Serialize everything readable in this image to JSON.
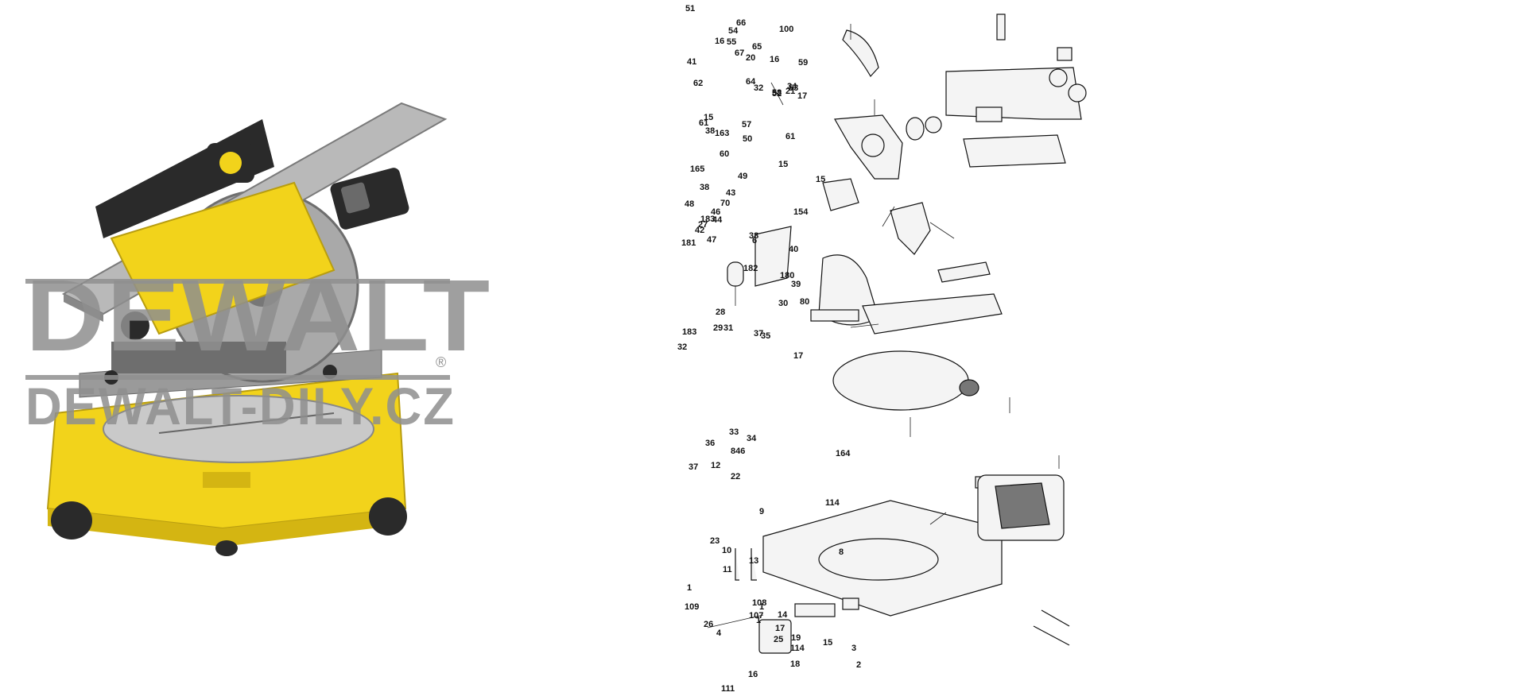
{
  "watermark": {
    "brand": "DEWALT",
    "site": "DEWALT-DILY.CZ",
    "registered": "®"
  },
  "colors": {
    "tool_yellow": "#f2d31b",
    "tool_dark": "#2a2a2a",
    "watermark_gray": "#8f8f8f"
  },
  "diagram": {
    "part_numbers": [
      "51",
      "16",
      "54",
      "66",
      "100",
      "41",
      "20",
      "67",
      "65",
      "55",
      "59",
      "53",
      "52",
      "17",
      "21",
      "32",
      "16",
      "64",
      "62",
      "58",
      "34",
      "57",
      "15",
      "61",
      "163",
      "38",
      "61",
      "165",
      "50",
      "15",
      "60",
      "49",
      "38",
      "15",
      "154",
      "48",
      "70",
      "43",
      "47",
      "44",
      "46",
      "27",
      "183",
      "40",
      "42",
      "181",
      "182",
      "38",
      "6",
      "30",
      "183",
      "80",
      "180",
      "39",
      "17",
      "37",
      "28",
      "29",
      "31",
      "35",
      "32",
      "34",
      "33",
      "164",
      "36",
      "846",
      "37",
      "12",
      "22",
      "114",
      "9",
      "10",
      "23",
      "13",
      "8",
      "11",
      "107",
      "108",
      "1",
      "1",
      "109",
      "14",
      "15",
      "26",
      "114",
      "4",
      "1",
      "25",
      "18",
      "19",
      "3",
      "16",
      "111",
      "17",
      "2"
    ]
  }
}
